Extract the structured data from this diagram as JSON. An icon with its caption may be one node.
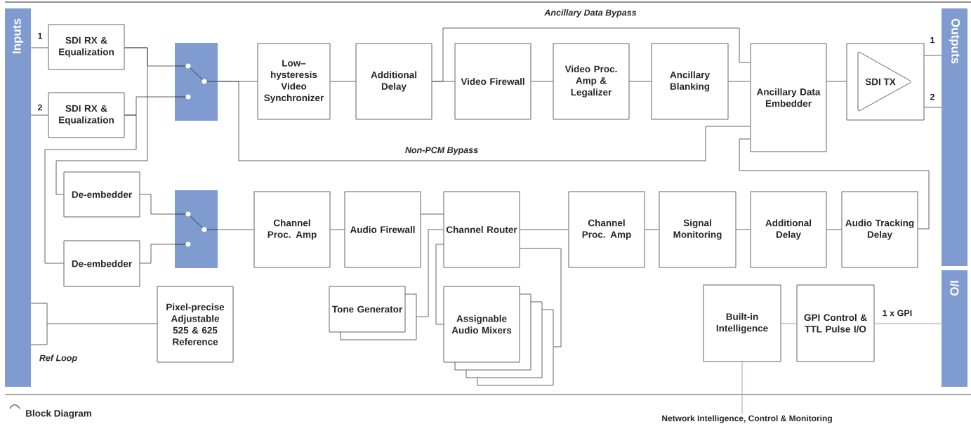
{
  "diagram": {
    "caption": "Block Diagram",
    "nodes": [
      {
        "text": [
          "Inputs"
        ]
      },
      {
        "text": [
          "SDI RX & Equalization"
        ]
      },
      {
        "text": [
          "SDI RX & Equalization"
        ]
      },
      {
        "text": [],
        "shape": "box"
      },
      {
        "text": [
          "Low– hysteresis Video Synchronizer"
        ]
      },
      {
        "text": [
          "Additional Delay"
        ]
      },
      {
        "text": [
          "Video Firewall"
        ]
      },
      {
        "text": [
          "Video Proc. Amp & Legalizer"
        ]
      },
      {
        "text": [
          "Ancillary Blanking"
        ]
      },
      {
        "text": [
          "Ancillary Data Embedder"
        ]
      },
      {
        "text": [
          "SDI TX"
        ]
      },
      {
        "text": [
          "Outputs"
        ]
      },
      {
        "text": [
          "De-embedder"
        ]
      },
      {
        "text": [
          "De-embedder"
        ]
      },
      {
        "text": [],
        "shape": "box"
      },
      {
        "text": [
          "Channel Proc. Amp"
        ]
      },
      {
        "text": [
          "Audio Firewall"
        ]
      },
      {
        "text": [
          "Channel Router"
        ]
      },
      {
        "text": [
          "Channel Proc. Amp"
        ]
      },
      {
        "text": [
          "Signal Monitoring"
        ]
      },
      {
        "text": [
          "Additional Delay"
        ]
      },
      {
        "text": [
          "Audio Tracking Delay"
        ]
      },
      {
        "text": [
          "Pixel-precise Adjustable 525 & 625 Reference"
        ]
      },
      {
        "text": [
          "Tone Generator"
        ]
      },
      {
        "text": [
          "Assignable Audio Mixers"
        ]
      },
      {
        "text": [
          "Built-in Intelligence"
        ]
      },
      {
        "text": [
          "GPI Control & TTL Pulse I/O"
        ]
      },
      {
        "text": [
          "I/O"
        ]
      },
      {
        "text": [
          "Network Intelligence, Control & Monitoring"
        ]
      }
    ],
    "edges": [
      {
        "from": 0,
        "to": 1,
        "arrow": "none",
        "label": "1"
      },
      {
        "from": 0,
        "to": 2,
        "arrow": "none",
        "label": "2"
      },
      {
        "from": 1,
        "to": 3,
        "arrow": "none"
      },
      {
        "from": 2,
        "to": 3,
        "arrow": "none"
      },
      {
        "from": 1,
        "to": 12,
        "arrow": "none"
      },
      {
        "from": 2,
        "to": 13,
        "arrow": "none"
      },
      {
        "from": 3,
        "to": 4,
        "arrow": "none"
      },
      {
        "from": 4,
        "to": 5,
        "arrow": "none"
      },
      {
        "from": 5,
        "to": 6,
        "arrow": "none"
      },
      {
        "from": 6,
        "to": 7,
        "arrow": "none"
      },
      {
        "from": 7,
        "to": 8,
        "arrow": "none"
      },
      {
        "from": 8,
        "to": 9,
        "arrow": "none"
      },
      {
        "from": 5,
        "to": 9,
        "arrow": "none",
        "label": "Ancillary Data Bypass"
      },
      {
        "from": 3,
        "to": 9,
        "arrow": "none",
        "label": "Non-PCM Bypass"
      },
      {
        "from": 9,
        "to": 10,
        "arrow": "none"
      },
      {
        "from": 10,
        "to": 11,
        "arrow": "none",
        "label": "1"
      },
      {
        "from": 10,
        "to": 11,
        "arrow": "none",
        "label": "2"
      },
      {
        "from": 21,
        "to": 9,
        "arrow": "none"
      },
      {
        "from": 12,
        "to": 14,
        "arrow": "none"
      },
      {
        "from": 13,
        "to": 14,
        "arrow": "none"
      },
      {
        "from": 14,
        "to": 15,
        "arrow": "none"
      },
      {
        "from": 15,
        "to": 16,
        "arrow": "none"
      },
      {
        "from": 16,
        "to": 17,
        "arrow": "none"
      },
      {
        "from": 17,
        "to": 18,
        "arrow": "none"
      },
      {
        "from": 18,
        "to": 19,
        "arrow": "none"
      },
      {
        "from": 19,
        "to": 20,
        "arrow": "none"
      },
      {
        "from": 20,
        "to": 21,
        "arrow": "none"
      },
      {
        "from": 23,
        "to": 17,
        "arrow": "none"
      },
      {
        "from": 24,
        "to": 17,
        "arrow": "none"
      },
      {
        "from": 17,
        "to": 24,
        "arrow": "none"
      },
      {
        "from": 0,
        "to": 22,
        "arrow": "none"
      },
      {
        "from": 25,
        "to": 26,
        "arrow": "none",
        "color": "#7f9bcf"
      },
      {
        "from": 26,
        "to": 27,
        "arrow": "none",
        "label": "1 x GPI",
        "color": "#7f9bcf"
      },
      {
        "from": 25,
        "to": 28,
        "arrow": "none",
        "color": "#7f9bcf"
      }
    ],
    "labels": [
      "Ref Loop"
    ]
  }
}
